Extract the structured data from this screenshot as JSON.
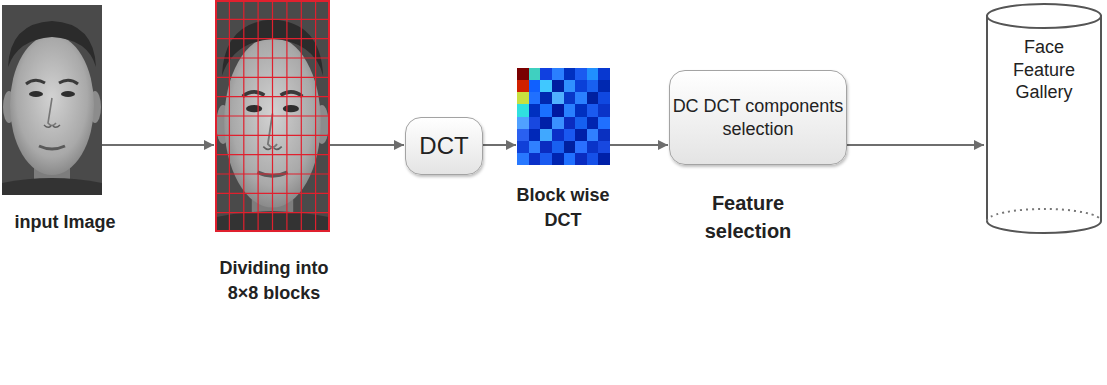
{
  "diagram": {
    "nodes": [
      {
        "text": [
          "input Image"
        ]
      },
      {
        "text": [
          "Dividing into 8×8 blocks"
        ]
      },
      {
        "text": [
          "DCT"
        ]
      },
      {
        "text": [
          "Block wise DCT"
        ]
      },
      {
        "text": [
          "DC DCT components selection",
          "Feature selection"
        ]
      },
      {
        "text": [
          "Face Feature Gallery"
        ]
      }
    ],
    "edges": [
      {
        "from": 0,
        "to": 1,
        "arrow": "to"
      },
      {
        "from": 1,
        "to": 2,
        "arrow": "to"
      },
      {
        "from": 2,
        "to": 3,
        "arrow": "to"
      },
      {
        "from": 3,
        "to": 4,
        "arrow": "to"
      },
      {
        "from": 4,
        "to": 5,
        "arrow": "to"
      }
    ]
  }
}
